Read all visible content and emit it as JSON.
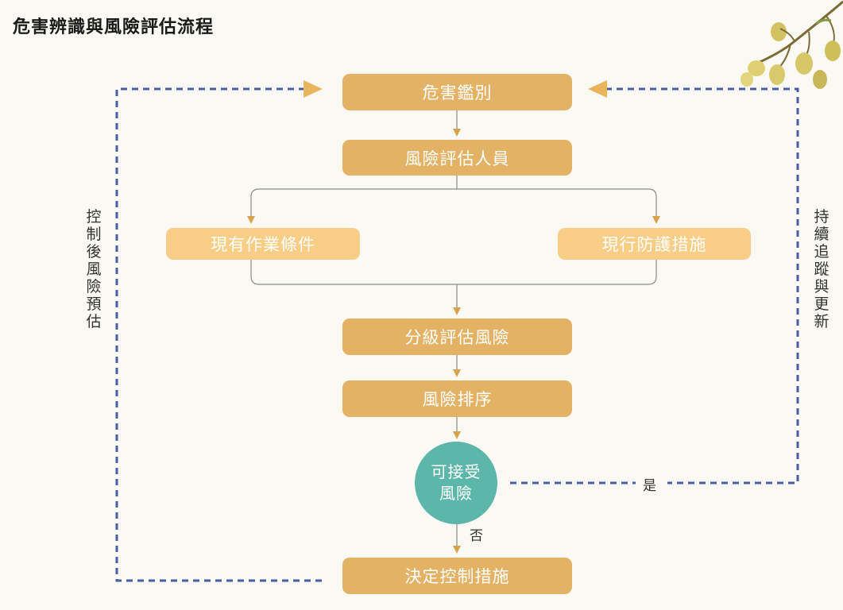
{
  "title": "危害辨識與風險評估流程",
  "nodes": {
    "hazard_identification": "危害鑑別",
    "risk_assessors": "風險評估人員",
    "existing_conditions": "現有作業條件",
    "current_protection": "現行防護措施",
    "graded_assessment": "分級評估風險",
    "risk_ranking": "風險排序",
    "decision_line1": "可接受",
    "decision_line2": "風險",
    "control_measures": "決定控制措施"
  },
  "edge_labels": {
    "yes": "是",
    "no": "否"
  },
  "side_labels": {
    "left": "控制後風險預估",
    "right": "持續追蹤與更新"
  },
  "colors": {
    "main_box": "#e4b264",
    "light_box": "#f8cd85",
    "decision": "#5cb6a9",
    "loop_dash": "#4a5ca3",
    "arrow": "#d9a24e"
  }
}
